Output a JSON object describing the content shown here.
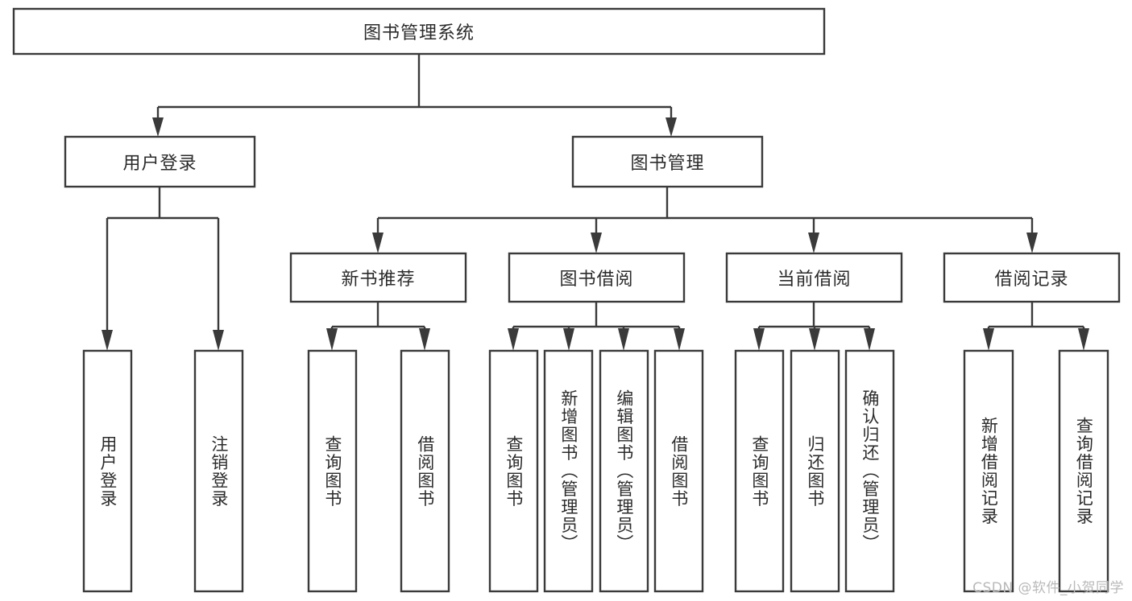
{
  "diagram": {
    "type": "tree-hierarchy",
    "title": "图书管理系统",
    "orientation": "top-down",
    "colors": {
      "box_stroke": "#3a3a3a",
      "box_fill": "#ffffff",
      "connector": "#3a3a3a",
      "text": "#2b2b2b",
      "background": "#ffffff",
      "watermark": "#b9b9b9"
    },
    "root": {
      "label": "图书管理系统"
    },
    "level2": [
      {
        "label": "用户登录"
      },
      {
        "label": "图书管理"
      }
    ],
    "level3": [
      {
        "label": "新书推荐"
      },
      {
        "label": "图书借阅"
      },
      {
        "label": "当前借阅"
      },
      {
        "label": "借阅记录"
      }
    ],
    "leaves": {
      "user_login": [
        {
          "label": "用户登录"
        },
        {
          "label": "注销登录"
        }
      ],
      "new_book_recommend": [
        {
          "label": "查询图书"
        },
        {
          "label": "借阅图书"
        }
      ],
      "book_borrow": [
        {
          "label": "查询图书"
        },
        {
          "label": "新增图书（管理员）"
        },
        {
          "label": "编辑图书（管理员）"
        },
        {
          "label": "借阅图书"
        }
      ],
      "current_borrow": [
        {
          "label": "查询图书"
        },
        {
          "label": "归还图书"
        },
        {
          "label": "确认归还（管理员）"
        }
      ],
      "borrow_record": [
        {
          "label": "新增借阅记录"
        },
        {
          "label": "查询借阅记录"
        }
      ]
    },
    "watermark": "CSDN @软件_小贺同学"
  }
}
